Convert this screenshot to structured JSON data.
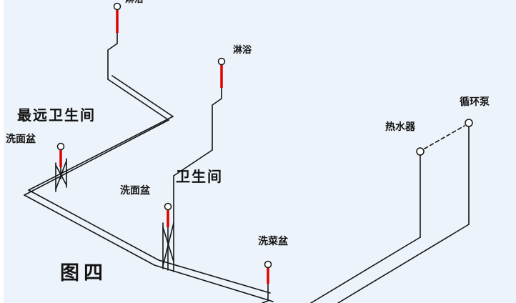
{
  "diagram": {
    "type": "hot-water-piping-isometric-schematic",
    "colors": {
      "background": "#edf3fa",
      "pipe": "#151515",
      "riser": "#e00000",
      "node_fill": "#ffffff"
    },
    "labels": [
      {
        "id": "shower-1",
        "text": "淋浴"
      },
      {
        "id": "shower-2",
        "text": "淋浴"
      },
      {
        "id": "farthest-bathroom",
        "text": "最远卫生间"
      },
      {
        "id": "washbasin-1",
        "text": "洗面盆"
      },
      {
        "id": "bathroom",
        "text": "卫生间"
      },
      {
        "id": "washbasin-2",
        "text": "洗面盆"
      },
      {
        "id": "water-heater",
        "text": "热水器"
      },
      {
        "id": "circulation-pump",
        "text": "循环泵"
      },
      {
        "id": "kitchen-sink",
        "text": "洗菜盆"
      },
      {
        "id": "figure-caption",
        "text": "图四"
      }
    ]
  }
}
